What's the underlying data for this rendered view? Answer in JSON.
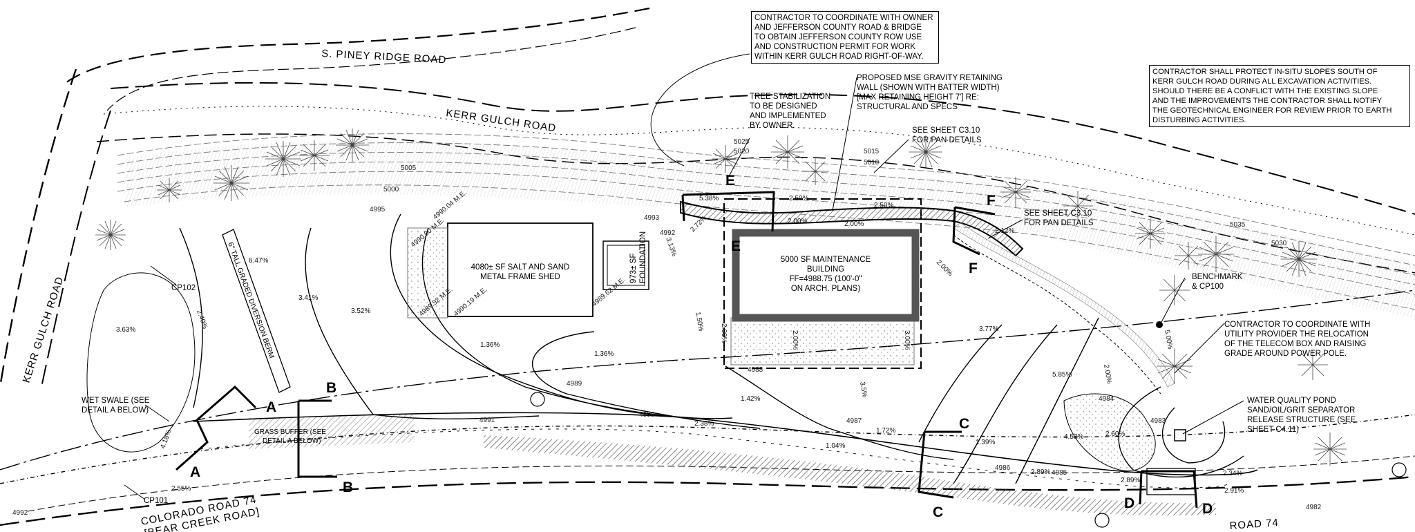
{
  "notes": {
    "contractor_row": "CONTRACTOR TO COORDINATE WITH OWNER\nAND JEFFERSON COUNTY ROAD & BRIDGE\nTO OBTAIN JEFFERSON COUNTY ROW USE\nAND CONSTRUCTION PERMIT FOR WORK\nWITHIN KERR GULCH ROAD RIGHT-OF-WAY.",
    "contractor_slopes": "CONTRACTOR SHALL PROTECT IN-SITU SLOPES SOUTH OF\nKERR GULCH ROAD DURING ALL EXCAVATION ACTIVITIES.\nSHOULD THERE BE A CONFLICT WITH THE EXISTING SLOPE\nAND THE IMPROVEMENTS THE CONTRACTOR SHALL NOTIFY\nTHE GEOTECHNICAL ENGINEER FOR REVIEW PRIOR TO EARTH\nDISTURBING ACTIVITIES."
  },
  "roads": {
    "piney_ridge": "S. PINEY RIDGE ROAD",
    "kerr_gulch_top": "KERR GULCH ROAD",
    "kerr_gulch_left": "KERR GULCH ROAD",
    "colorado_74": "COLORADO ROAD 74",
    "bear_creek": "[BEAR CREEK ROAD]",
    "road_74_right": "ROAD 74"
  },
  "labels": {
    "tree_stab": [
      "TREE STABILIZATION",
      "TO BE DESIGNED",
      "AND IMPLEMENTED",
      "BY OWNER."
    ],
    "retaining_wall": [
      "PROPOSED MSE GRAVITY RETAINING",
      "WALL (SHOWN WITH BATTER WIDTH)",
      "[MAX RETAINING HEIGHT 7'] RE:",
      "STRUCTURAL AND SPECS"
    ],
    "pan_details_1": [
      "SEE SHEET C3.10",
      "FOR PAN DETAILS"
    ],
    "pan_details_2": [
      "SEE SHEET C3.10",
      "FOR PAN DETAILS"
    ],
    "benchmark": [
      "BENCHMARK",
      "& CP100"
    ],
    "telecom": [
      "CONTRACTOR TO COORDINATE WITH",
      "UTILITY PROVIDER THE RELOCATION",
      "OF THE TELECOM BOX AND RAISING",
      "GRADE AROUND POWER POLE."
    ],
    "water_quality": [
      "WATER QUALITY POND",
      "SAND/OIL/GRIT SEPARATOR",
      "RELEASE STRUCTURE (SEE",
      "SHEET C4.11)"
    ],
    "wet_swale": [
      "WET SWALE (SEE",
      "DETAIL A BELOW)"
    ],
    "grass_buffer": [
      "GRASS BUFFER (SEE",
      "DETAIL A BELOW)"
    ],
    "diversion_berm": "6\" TALL GRADED DIVERSION BERM",
    "cp102": "CP102",
    "cp101": "CP101",
    "salt_shed": [
      "4080± SF SALT AND SAND",
      "METAL FRAME SHED"
    ],
    "foundation": [
      "973± SF",
      "FOUNDATION"
    ],
    "maintenance": [
      "5000 SF MAINTENANCE",
      "BUILDING",
      "FF=4988.75 (100'-0\"",
      "ON ARCH. PLANS)"
    ]
  },
  "sections": [
    "A",
    "A",
    "B",
    "B",
    "C",
    "C",
    "D",
    "D",
    "E",
    "E",
    "F",
    "F"
  ],
  "contours": [
    "5025",
    "5020",
    "5015",
    "5010",
    "5005",
    "5000",
    "4995",
    "4993",
    "4992",
    "4991",
    "4990",
    "4989",
    "4988",
    "4987",
    "4986",
    "4985",
    "4984",
    "4983",
    "5030",
    "5035",
    "4982",
    "4992"
  ],
  "spot_elevations": [
    "4990.04\nM.E.",
    "4990.00\nM.E.",
    "4989.92\nM.E.",
    "4990.19\nM.E.",
    "4989.62\nM.E."
  ],
  "slopes": [
    "6.47%",
    "3.41%",
    "3.52%",
    "3.63%",
    "2.40%",
    "4.18%",
    "2.55%",
    "1.36%",
    "1.36%",
    "2.50%",
    "2.50%",
    "2.00%",
    "2.00%",
    "5.38%",
    "3.13%",
    "2.72%",
    "1.50%",
    "2.00%",
    "2.00%",
    "3.00%",
    "1.42%",
    "2.38%",
    "1.72%",
    "1.04%",
    "3.77%",
    "5.85%",
    "3.5%",
    "2.00%",
    "1.39%",
    "2.89%",
    "2.89%",
    "2.60%",
    "4.53%",
    "2.34%",
    "2.91%",
    "2.12%",
    "2.00%",
    "5.00%"
  ]
}
